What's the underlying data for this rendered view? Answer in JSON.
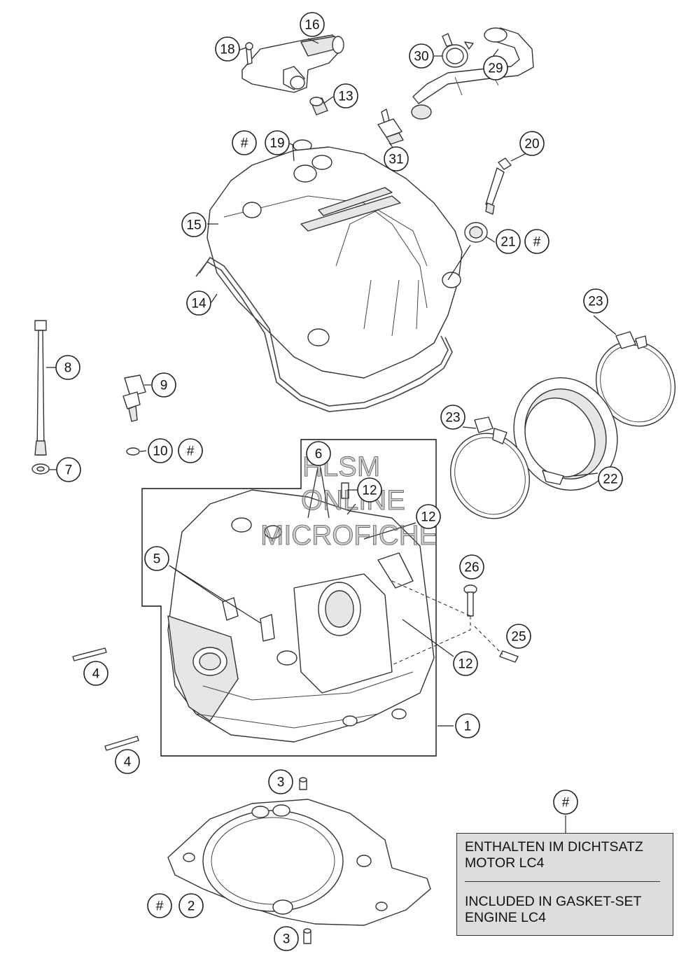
{
  "watermark": {
    "line1": "HLSM",
    "line2": "ONLINE",
    "line3": "MICROFICHE"
  },
  "callouts": [
    {
      "id": "c16",
      "label": "16"
    },
    {
      "id": "c18",
      "label": "18"
    },
    {
      "id": "c13",
      "label": "13"
    },
    {
      "id": "c30",
      "label": "30"
    },
    {
      "id": "c29",
      "label": "29"
    },
    {
      "id": "c31",
      "label": "31"
    },
    {
      "id": "c19h",
      "label": "#"
    },
    {
      "id": "c19",
      "label": "19"
    },
    {
      "id": "c20",
      "label": "20"
    },
    {
      "id": "c15",
      "label": "15"
    },
    {
      "id": "c21",
      "label": "21"
    },
    {
      "id": "c21h",
      "label": "#"
    },
    {
      "id": "c14",
      "label": "14"
    },
    {
      "id": "c23a",
      "label": "23"
    },
    {
      "id": "c8",
      "label": "8"
    },
    {
      "id": "c9",
      "label": "9"
    },
    {
      "id": "c23b",
      "label": "23"
    },
    {
      "id": "c10",
      "label": "10"
    },
    {
      "id": "c10h",
      "label": "#"
    },
    {
      "id": "c7",
      "label": "7"
    },
    {
      "id": "c6",
      "label": "6"
    },
    {
      "id": "c22",
      "label": "22"
    },
    {
      "id": "c12a",
      "label": "12"
    },
    {
      "id": "c12b",
      "label": "12"
    },
    {
      "id": "c5",
      "label": "5"
    },
    {
      "id": "c26",
      "label": "26"
    },
    {
      "id": "c25",
      "label": "25"
    },
    {
      "id": "c12c",
      "label": "12"
    },
    {
      "id": "c4a",
      "label": "4"
    },
    {
      "id": "c1",
      "label": "1"
    },
    {
      "id": "c4b",
      "label": "4"
    },
    {
      "id": "c3a",
      "label": "3"
    },
    {
      "id": "c3b",
      "label": "3"
    },
    {
      "id": "c2h",
      "label": "#"
    },
    {
      "id": "c2",
      "label": "2"
    },
    {
      "id": "clegend",
      "label": "#"
    }
  ],
  "legend": {
    "line1": "ENTHALTEN IM DICHTSATZ",
    "line2": "MOTOR LC4",
    "line3": "INCLUDED IN GASKET-SET",
    "line4": "ENGINE LC4"
  }
}
